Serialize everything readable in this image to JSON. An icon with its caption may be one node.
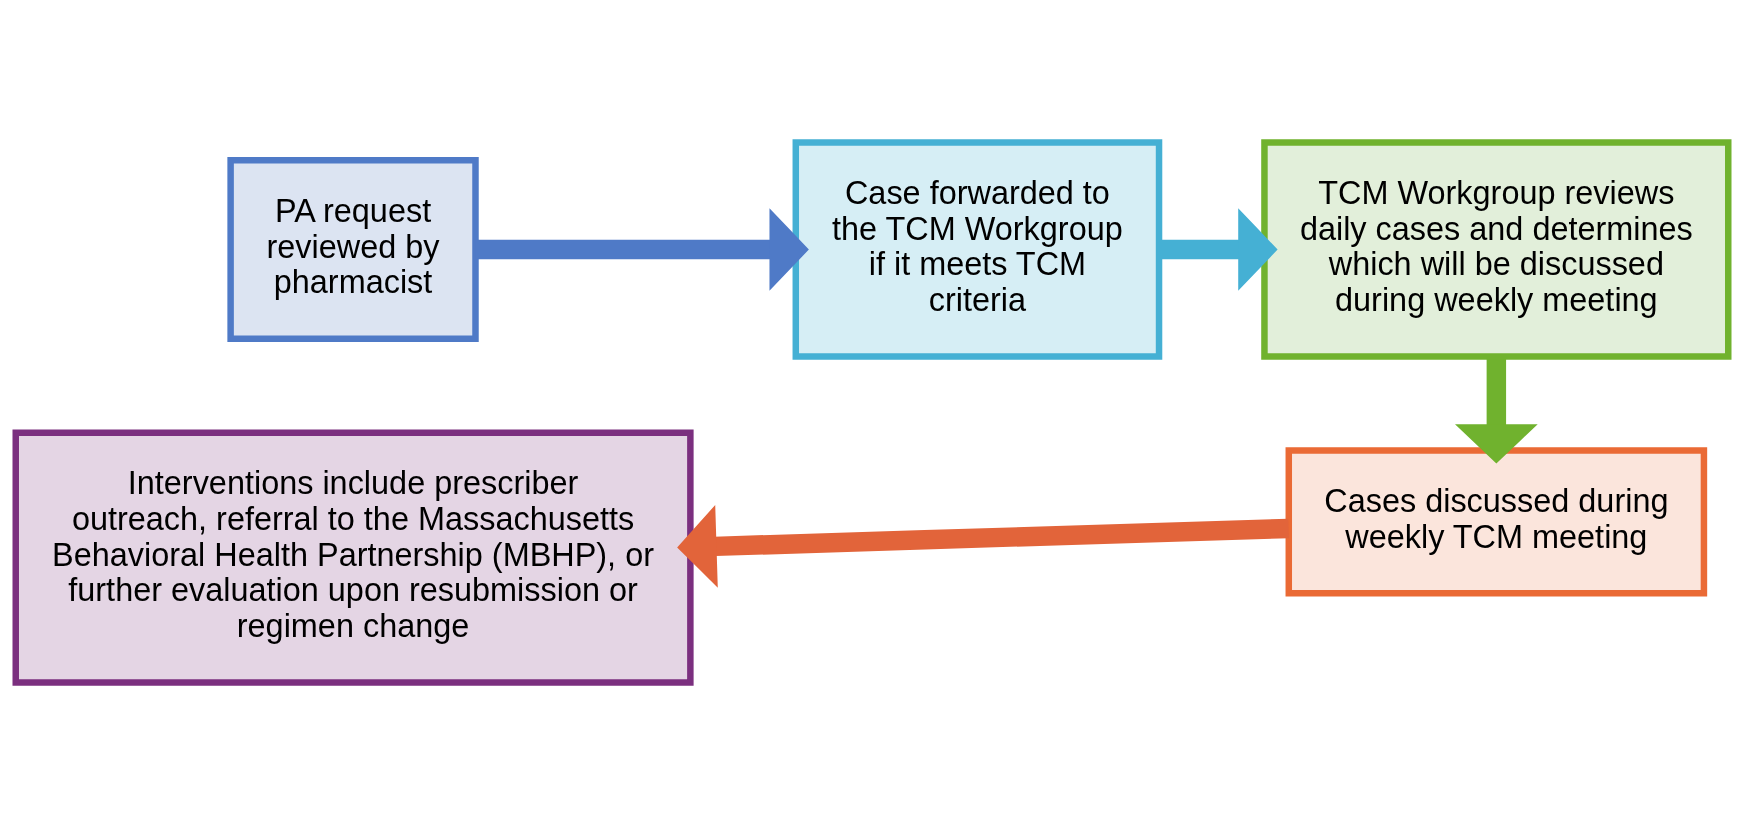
{
  "diagram": {
    "nodes": [
      {
        "text": [
          "PA request reviewed by pharmacist"
        ]
      },
      {
        "text": [
          "Case forwarded to the TCM Workgroup if it meets TCM criteria"
        ]
      },
      {
        "text": [
          "TCM Workgroup reviews daily cases and determines which will be discussed during weekly meeting"
        ]
      },
      {
        "text": [
          "Cases discussed during weekly TCM meeting"
        ]
      },
      {
        "text": [
          "Interventions include prescriber outreach, referral to the Massachusetts Behavioral Health Partnership (MBHP), or further evaluation upon resubmission or regimen change"
        ]
      }
    ],
    "edges": [
      {
        "from": 0,
        "to": 1,
        "arrow": "to",
        "color": "#4f7ac7"
      },
      {
        "from": 1,
        "to": 2,
        "arrow": "to",
        "color": "#45b0d4"
      },
      {
        "from": 2,
        "to": 3,
        "arrow": "to",
        "color": "#70b22e"
      },
      {
        "from": 3,
        "to": 4,
        "arrow": "to",
        "color": "#e2643a"
      }
    ]
  }
}
